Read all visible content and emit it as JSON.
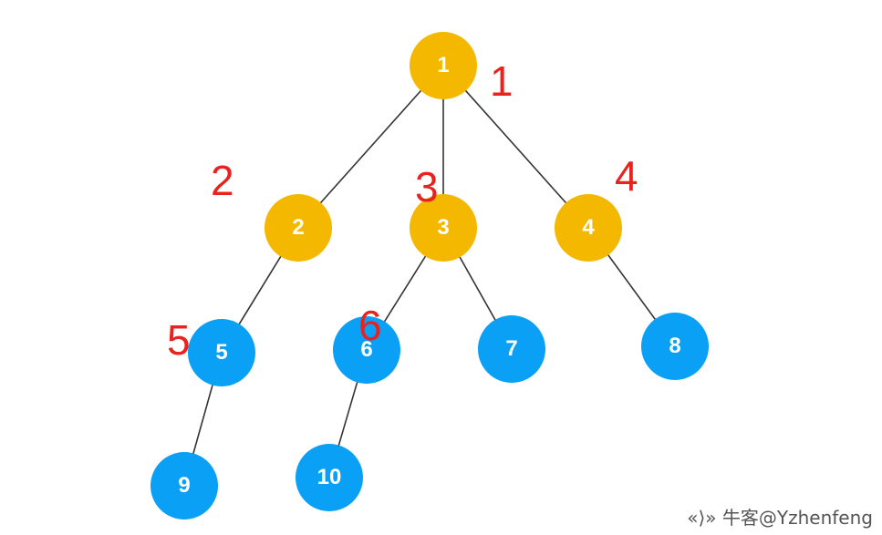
{
  "colors": {
    "level_1_2": "#F5B800",
    "level_3_4": "#0AA0F5",
    "edge": "#333333",
    "annotation": "#E8231F",
    "node_text": "#FFFFFF"
  },
  "nodes": [
    {
      "id": "1",
      "label": "1"
    },
    {
      "id": "2",
      "label": "2"
    },
    {
      "id": "3",
      "label": "3"
    },
    {
      "id": "4",
      "label": "4"
    },
    {
      "id": "5",
      "label": "5"
    },
    {
      "id": "6",
      "label": "6"
    },
    {
      "id": "7",
      "label": "7"
    },
    {
      "id": "8",
      "label": "8"
    },
    {
      "id": "9",
      "label": "9"
    },
    {
      "id": "10",
      "label": "10"
    }
  ],
  "edges": [
    [
      "1",
      "2"
    ],
    [
      "1",
      "3"
    ],
    [
      "1",
      "4"
    ],
    [
      "2",
      "5"
    ],
    [
      "3",
      "6"
    ],
    [
      "3",
      "7"
    ],
    [
      "4",
      "8"
    ],
    [
      "5",
      "9"
    ],
    [
      "6",
      "10"
    ]
  ],
  "order_labels": [
    "1",
    "2",
    "3",
    "4",
    "5",
    "6"
  ],
  "watermark": "«⟩» 牛客@Yzhenfeng"
}
